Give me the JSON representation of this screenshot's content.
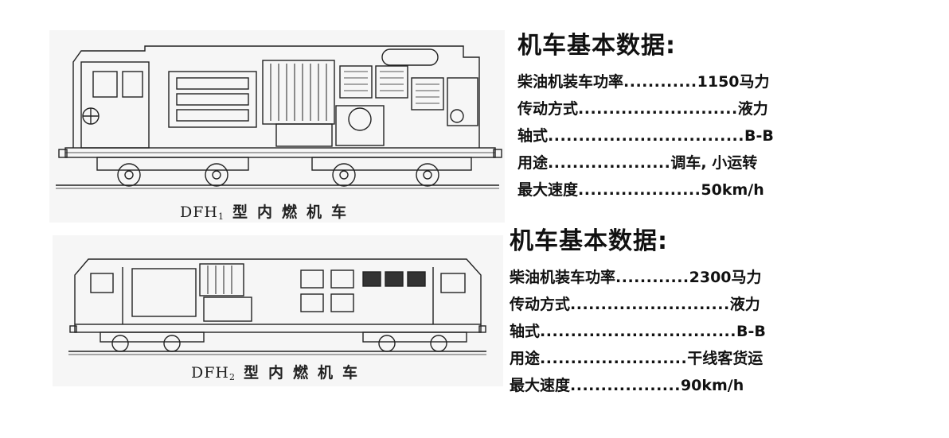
{
  "loco1": {
    "caption_prefix": "DFH",
    "caption_sub": "1",
    "caption_cn": "型内燃机车",
    "title": "机车基本数据:",
    "rows": [
      {
        "label": "柴油机装车功率",
        "dots": " ............",
        "value": "1150马力"
      },
      {
        "label": "传动方式",
        "dots": " ..........................",
        "value": "液力"
      },
      {
        "label": "轴式",
        "dots": " ................................",
        "value": "B-B"
      },
      {
        "label": "用途",
        "dots": " ....................",
        "value": "调车, 小运转"
      },
      {
        "label": "最大速度",
        "dots": " ....................",
        "value": "50km/h"
      }
    ]
  },
  "loco2": {
    "caption_prefix": "DFH",
    "caption_sub": "2",
    "caption_cn": "型内燃机车",
    "title": "机车基本数据:",
    "rows": [
      {
        "label": "柴油机装车功率",
        "dots": " ............",
        "value": "2300马力"
      },
      {
        "label": "传动方式",
        "dots": " ..........................",
        "value": "液力"
      },
      {
        "label": "轴式",
        "dots": " ................................",
        "value": "B-B"
      },
      {
        "label": "用途",
        "dots": " ........................",
        "value": "干线客货运"
      },
      {
        "label": "最大速度",
        "dots": " ..................",
        "value": "90km/h"
      }
    ]
  }
}
